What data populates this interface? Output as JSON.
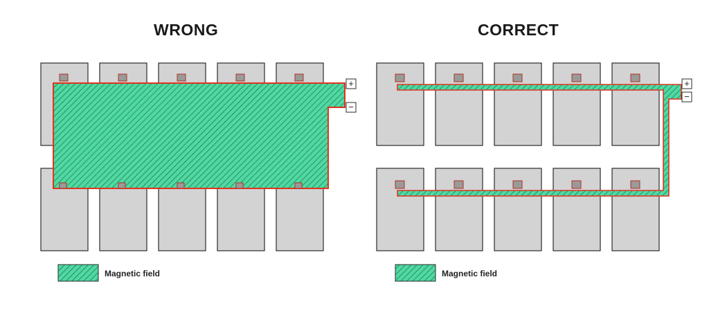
{
  "panels": {
    "wrong": {
      "title": "WRONG"
    },
    "correct": {
      "title": "CORRECT"
    }
  },
  "terminals": {
    "plus": "+",
    "minus": "−"
  },
  "legend": {
    "label": "Magnetic field"
  },
  "colors": {
    "panel_fill": "#d3d3d3",
    "panel_stroke": "#2b2b2b",
    "field_fill": "#4fd9a2",
    "field_hatch": "#1c5a3e",
    "wire": "#e0321e",
    "junction_fill": "#9a9a9a"
  }
}
